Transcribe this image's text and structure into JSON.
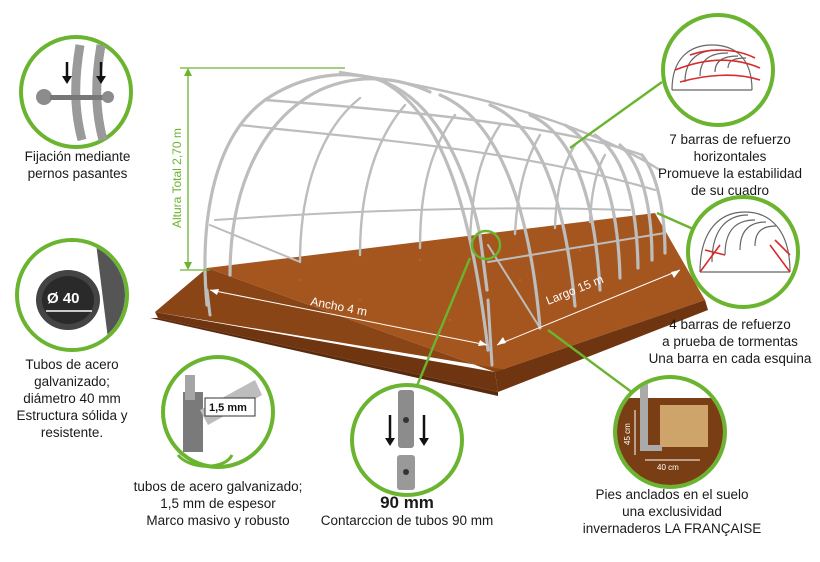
{
  "colors": {
    "accent_green": "#6ab42f",
    "soil_brown": "#7a3e14",
    "soil_top": "#a5561f",
    "frame_steel": "#c8c8c8",
    "red_bars": "#d92b2b"
  },
  "dimensions": {
    "height": "Altura Total 2,70 m",
    "width": "Ancho 4 m",
    "length": "Largo 15 m"
  },
  "callouts": {
    "bolts": {
      "lines": [
        "Fijación mediante",
        "pernos pasantes"
      ],
      "icon": "bolt-icon"
    },
    "tube": {
      "badge": "Ø 40",
      "lines": [
        "Tubos de acero",
        "galvanizado;",
        "diámetro 40 mm",
        "Estructura sólida y",
        "resistente."
      ],
      "icon": "tube-section-icon"
    },
    "thickness": {
      "badge": "1,5 mm",
      "lines": [
        "tubos de acero galvanizado;",
        "1,5 mm de espesor",
        "Marco masivo y robusto"
      ],
      "icon": "caliper-icon"
    },
    "contraction": {
      "title": "90 mm",
      "lines": [
        "Contarccion de tubos 90 mm"
      ],
      "icon": "tube-joint-icon"
    },
    "anchors": {
      "depth": "45 cm",
      "width": "40 cm",
      "lines": [
        "Pies anclados en el suelo",
        "una exclusividad",
        "invernaderos LA FRANÇAISE"
      ],
      "icon": "anchor-foot-icon"
    },
    "storm_bars": {
      "lines": [
        "4 barras de refuerzo",
        "a prueba de tormentas",
        "Una barra en cada esquina"
      ],
      "icon": "storm-bars-icon"
    },
    "horizontal_bars": {
      "lines": [
        "7 barras de refuerzo",
        "horizontales",
        "Promueve la estabilidad",
        "de su cuadro"
      ],
      "icon": "horizontal-bars-icon"
    }
  }
}
